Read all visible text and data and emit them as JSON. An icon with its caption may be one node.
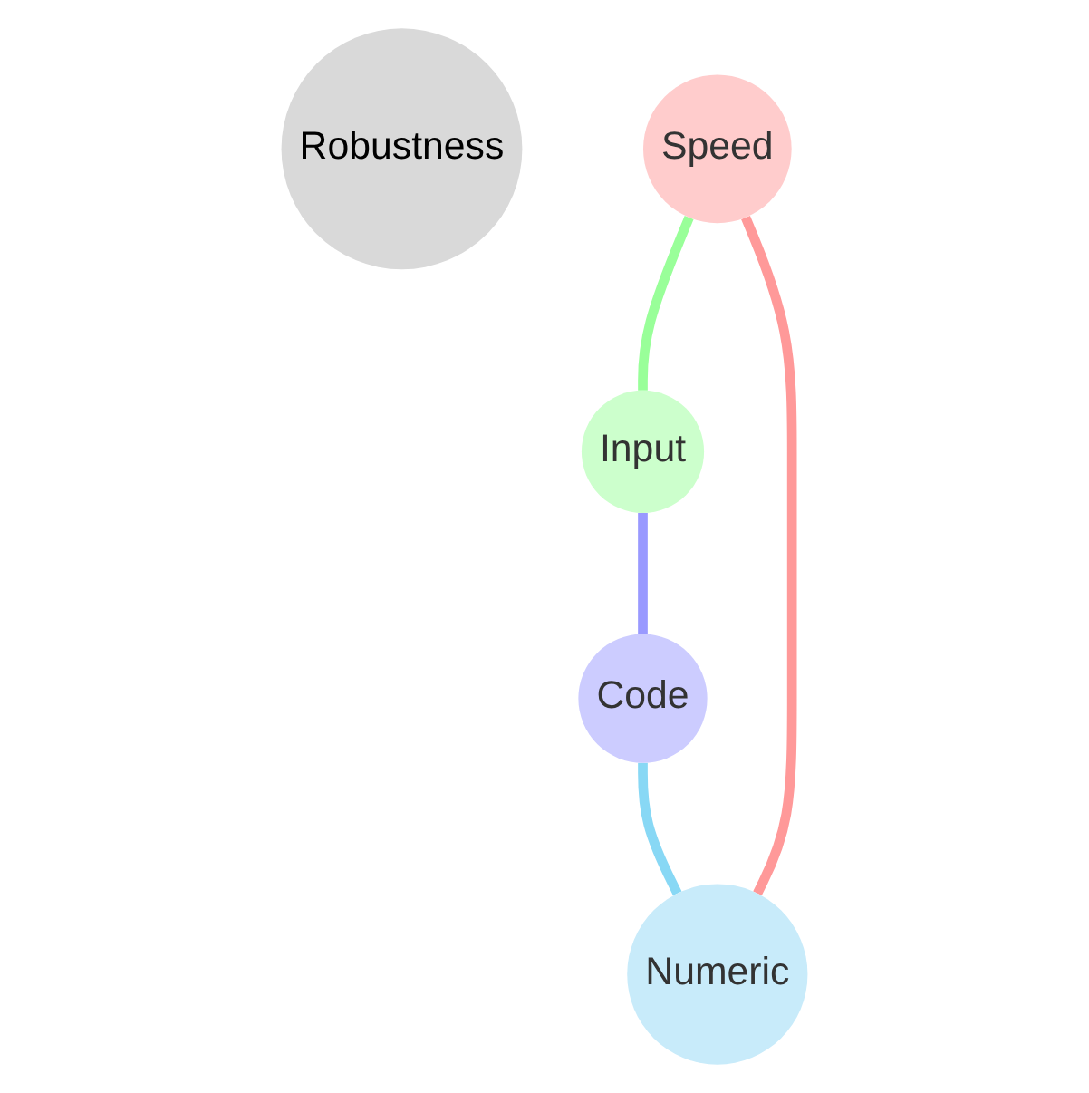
{
  "diagram": {
    "nodes": [
      {
        "text": [
          "Robustness"
        ]
      },
      {
        "text": [
          "Speed"
        ]
      },
      {
        "text": [
          "Input"
        ]
      },
      {
        "text": [
          "Code"
        ]
      },
      {
        "text": [
          "Numeric"
        ]
      }
    ],
    "edges": [
      {
        "from": 1,
        "to": 2,
        "arrow": "none",
        "color": "#99ff99"
      },
      {
        "from": 2,
        "to": 3,
        "arrow": "none",
        "color": "#9999ff"
      },
      {
        "from": 3,
        "to": 4,
        "arrow": "none",
        "color": "#88d8f5"
      },
      {
        "from": 4,
        "to": 1,
        "arrow": "none",
        "color": "#ff9999"
      }
    ]
  }
}
